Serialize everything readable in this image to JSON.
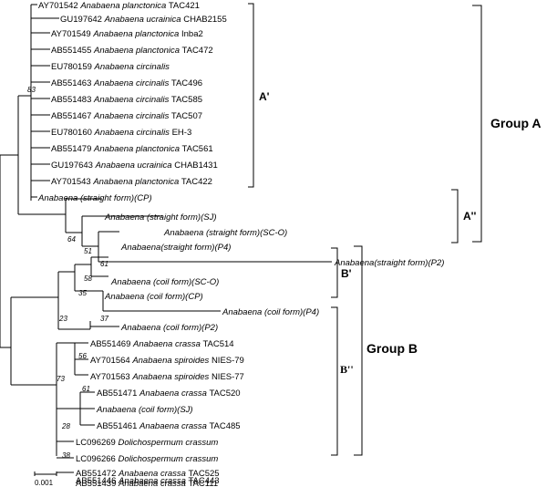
{
  "taxa": [
    {
      "acc": "AY701542",
      "species": "Anabaena planctonica",
      "strain": "TAC421"
    },
    {
      "acc": "GU197642",
      "species": "Anabaena ucrainica",
      "strain": "CHAB2155"
    },
    {
      "acc": "AY701549",
      "species": "Anabaena planctonica",
      "strain": "Inba2"
    },
    {
      "acc": "AB551455",
      "species": "Anabaena planctonica",
      "strain": "TAC472"
    },
    {
      "acc": "EU780159",
      "species": "Anabaena circinalis",
      "strain": ""
    },
    {
      "acc": "AB551463",
      "species": "Anabaena circinalis",
      "strain": "TAC496"
    },
    {
      "acc": "AB551483",
      "species": "Anabaena circinalis",
      "strain": "TAC585"
    },
    {
      "acc": "AB551467",
      "species": "Anabaena circinalis",
      "strain": "TAC507"
    },
    {
      "acc": "EU780160",
      "species": "Anabaena circinalis",
      "strain": "EH-3"
    },
    {
      "acc": "AB551479",
      "species": "Anabaena planctonica",
      "strain": "TAC561"
    },
    {
      "acc": "GU197643",
      "species": "Anabaena ucrainica",
      "strain": "CHAB1431"
    },
    {
      "acc": "AY701543",
      "species": "Anabaena planctonica",
      "strain": "TAC422"
    },
    {
      "acc": "",
      "species": "Anabaena (straight form)(CP)",
      "strain": ""
    },
    {
      "acc": "",
      "species": "Anabaena (straight form)(SJ)",
      "strain": ""
    },
    {
      "acc": "",
      "species": "Anabaena (straight form)(SC-O)",
      "strain": ""
    },
    {
      "acc": "",
      "species": "Anabaena(straight form)(P4)",
      "strain": ""
    },
    {
      "acc": "",
      "species": "Anabaena(straight form)(P2)",
      "strain": ""
    },
    {
      "acc": "",
      "species": "Anabaena (coil form)(SC-O)",
      "strain": ""
    },
    {
      "acc": "",
      "species": "Anabaena (coil form)(CP)",
      "strain": ""
    },
    {
      "acc": "",
      "species": "Anabaena (coil form)(P4)",
      "strain": ""
    },
    {
      "acc": "",
      "species": "Anabaena (coil form)(P2)",
      "strain": ""
    },
    {
      "acc": "AB551469",
      "species": "Anabaena crassa",
      "strain": "TAC514"
    },
    {
      "acc": "AY701564",
      "species": "Anabaena spiroides",
      "strain": "NIES-79"
    },
    {
      "acc": "AY701563",
      "species": "Anabaena spiroides",
      "strain": "NIES-77"
    },
    {
      "acc": "AB551471",
      "species": "Anabaena crassa",
      "strain": "TAC520"
    },
    {
      "acc": "",
      "species": "Anabaena (coil form)(SJ)",
      "strain": ""
    },
    {
      "acc": "AB551461",
      "species": "Anabaena crassa",
      "strain": "TAC485"
    },
    {
      "acc": "LC096269",
      "species": "Dolichospermum crassum",
      "strain": ""
    },
    {
      "acc": "LC096266",
      "species": "Dolichospermum crassum",
      "strain": ""
    },
    {
      "acc": "AB551472",
      "species": "Anabaena crassa",
      "strain": "TAC525"
    },
    {
      "acc": "AB551446",
      "species": "Anabaena crassa",
      "strain": "TAC443"
    },
    {
      "acc": "AB551439",
      "species": "Anabaena crassa",
      "strain": "TAC111"
    }
  ],
  "bootstrap": [
    "83",
    "64",
    "51",
    "61",
    "58",
    "35",
    "37",
    "23",
    "56",
    "73",
    "61",
    "28",
    "38"
  ],
  "subgroups": {
    "a1": "A'",
    "a2": "A''",
    "b1": "B'",
    "b2": "B''"
  },
  "groups": {
    "a": "Group A",
    "b": "Group B"
  },
  "scale_bar": {
    "label": "0.001"
  }
}
